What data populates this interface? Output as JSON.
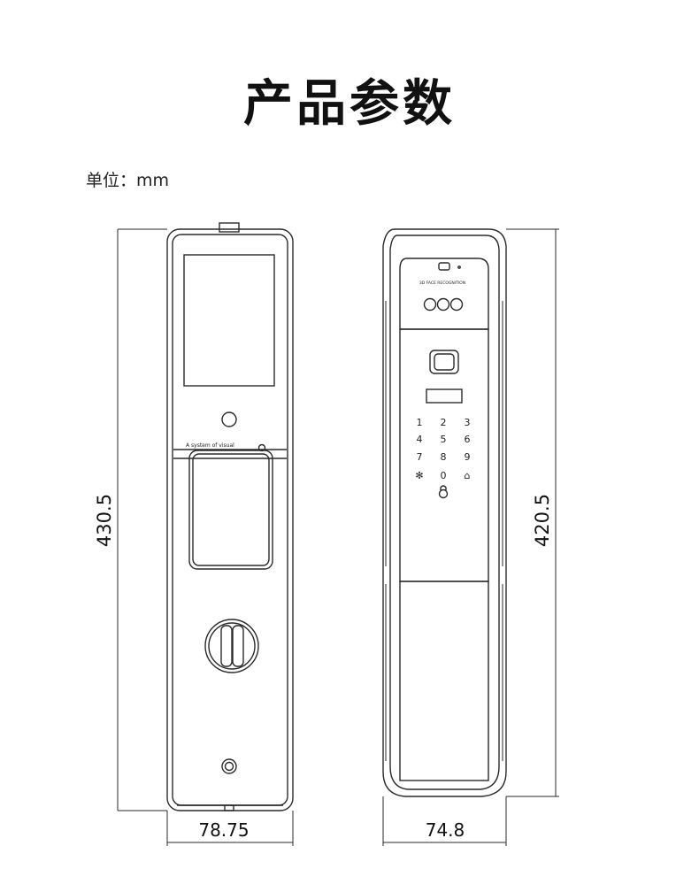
{
  "title": "产品参数",
  "unit_label": "单位：mm",
  "front_view": {
    "brand_text": "A system of visual",
    "dimensions": {
      "height": "430.5",
      "width": "78.75"
    }
  },
  "side_view": {
    "sensor_text": "3D FACE RECOGNITION",
    "keypad": [
      "1",
      "2",
      "3",
      "4",
      "5",
      "6",
      "7",
      "8",
      "9",
      "✻",
      "0",
      "⌂"
    ],
    "dimensions": {
      "height": "420.5",
      "width": "74.8"
    }
  },
  "line_color": "#2a2a2a"
}
